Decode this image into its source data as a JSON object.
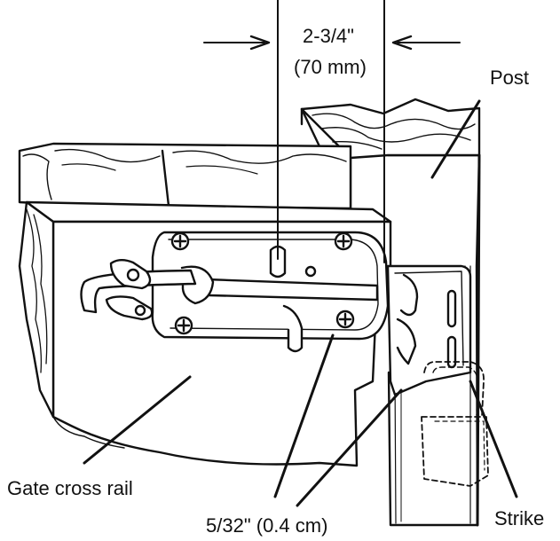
{
  "labels": {
    "dim_fraction": "2-3/4\"",
    "dim_metric": "(70 mm)",
    "post": "Post",
    "gate_cross_rail": "Gate cross rail",
    "gap": "5/32\" (0.4 cm)",
    "strike": "Strike"
  }
}
